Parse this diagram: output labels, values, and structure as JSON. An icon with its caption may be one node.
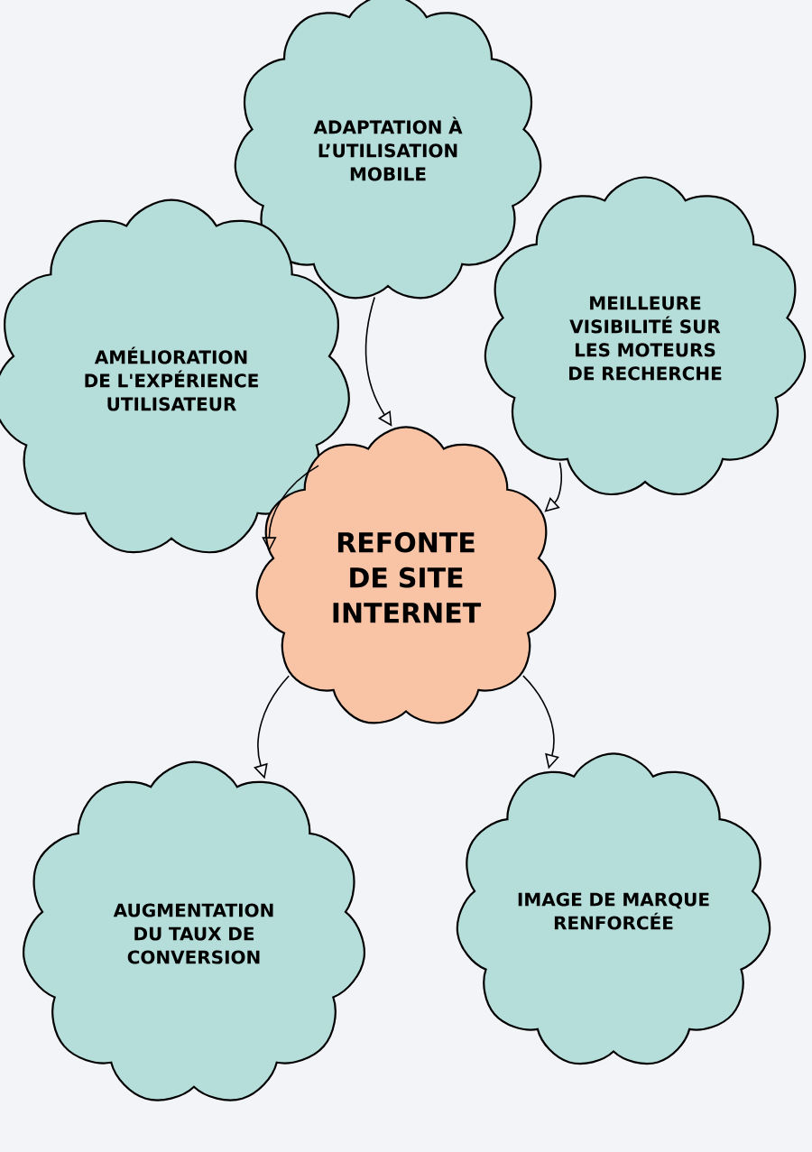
{
  "diagram": {
    "nodes": [
      {
        "text": [
          "ADAPTATION À L’UTILISATION MOBILE"
        ]
      },
      {
        "text": [
          "AMÉLIORATION DE L'EXPÉRIENCE UTILISATEUR"
        ]
      },
      {
        "text": [
          "MEILLEURE VISIBILITÉ SUR LES MOTEURS DE RECHERCHE"
        ]
      },
      {
        "text": [
          "REFONTE DE SITE INTERNET"
        ]
      },
      {
        "text": [
          "AUGMENTATION DU TAUX DE CONVERSION"
        ]
      },
      {
        "text": [
          "IMAGE DE MARQUE RENFORCÉE"
        ]
      }
    ],
    "edges": [
      {
        "from": 0,
        "to": 3,
        "arrow": "to"
      },
      {
        "from": 1,
        "to": 3,
        "arrow": "to"
      },
      {
        "from": 2,
        "to": 3,
        "arrow": "to"
      },
      {
        "from": 3,
        "to": 4,
        "arrow": "to"
      },
      {
        "from": 3,
        "to": 5,
        "arrow": "to"
      }
    ]
  }
}
